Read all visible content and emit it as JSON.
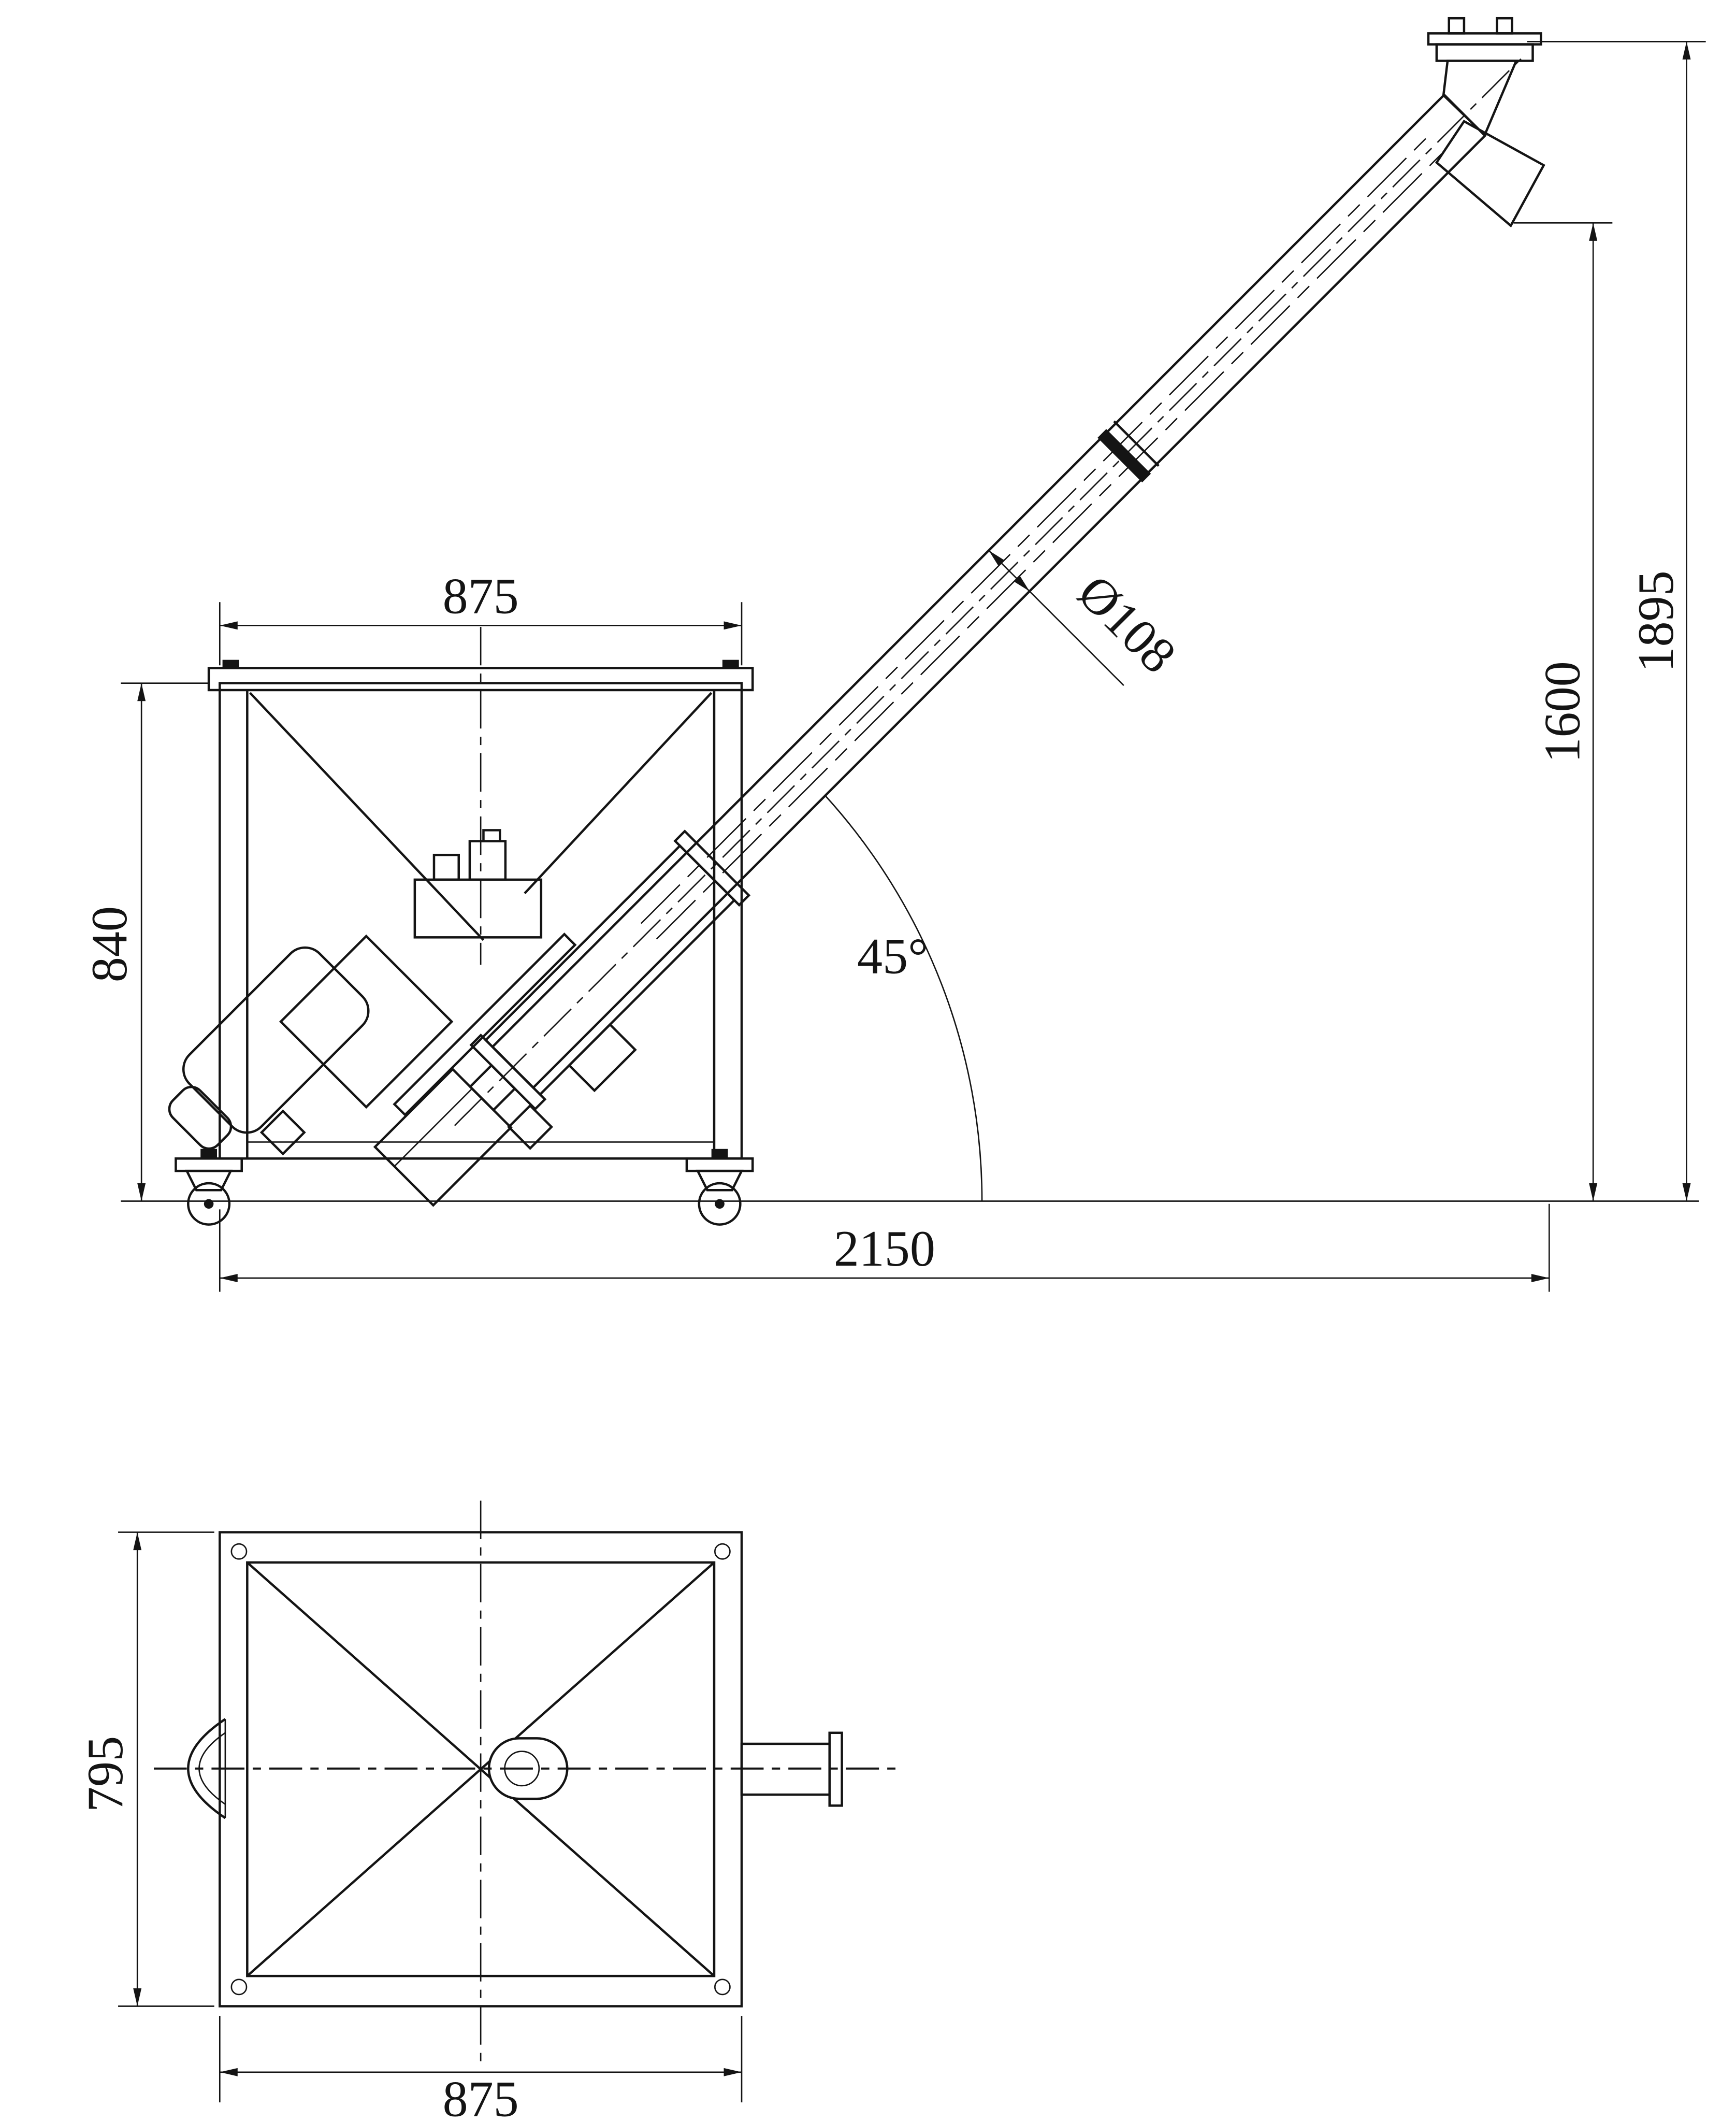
{
  "colors": {
    "background": "#ffffff",
    "line": "#141414"
  },
  "side_view": {
    "dim_hopper_width": "875",
    "dim_hopper_height": "840",
    "dim_overall_length": "2150",
    "dim_outlet_height": "1600",
    "dim_overall_height": "1895",
    "dim_tube_diameter": "Ø108",
    "dim_incline_angle": "45°"
  },
  "plan_view": {
    "dim_depth": "795",
    "dim_width": "875"
  }
}
